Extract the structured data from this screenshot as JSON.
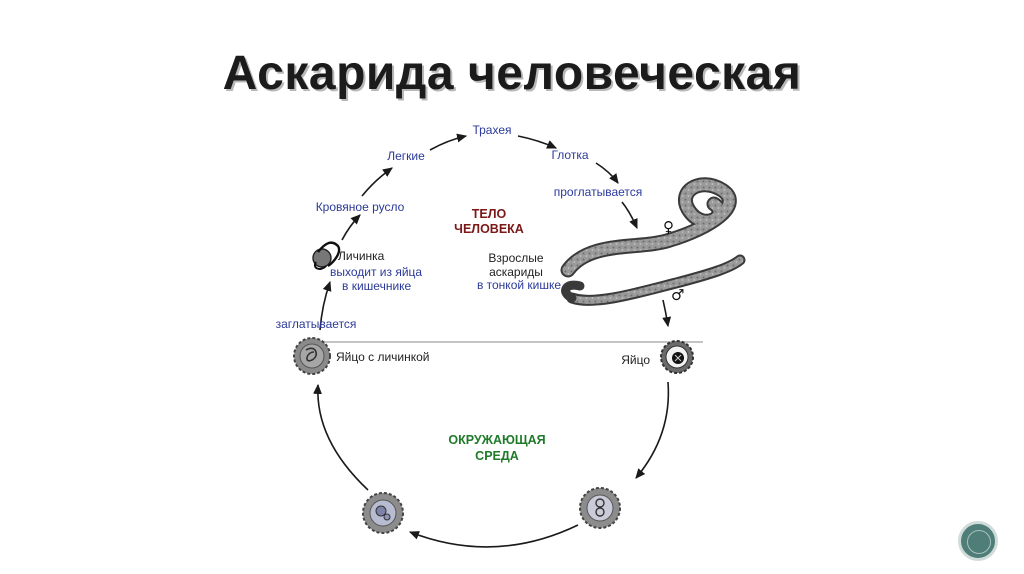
{
  "title": "Аскарида человеческая",
  "labels": {
    "trachea": "Трахея",
    "lungs": "Легкие",
    "pharynx": "Глотка",
    "swallowed_top": "проглатывается",
    "bloodstream": "Кровяное русло",
    "larva": "Личинка",
    "larva_exits_1": "выходит из яйца",
    "larva_exits_2": "в кишечнике",
    "body_1": "ТЕЛО",
    "body_2": "ЧЕЛОВЕКА",
    "adults_1": "Взрослые",
    "adults_2": "аскариды",
    "adults_3": "в тонкой кишке",
    "female_symbol": "♀",
    "male_symbol": "♂",
    "swallowed_left": "заглатывается",
    "egg_with_larva": "Яйцо с личинкой",
    "egg": "Яйцо",
    "env_1": "ОКРУЖАЮЩАЯ",
    "env_2": "СРЕДА"
  },
  "colors": {
    "label_blue": "#2b3a9a",
    "body_red": "#7a1818",
    "env_green": "#1f7a2a"
  },
  "icons": {
    "nav": "circle-nav-button"
  }
}
